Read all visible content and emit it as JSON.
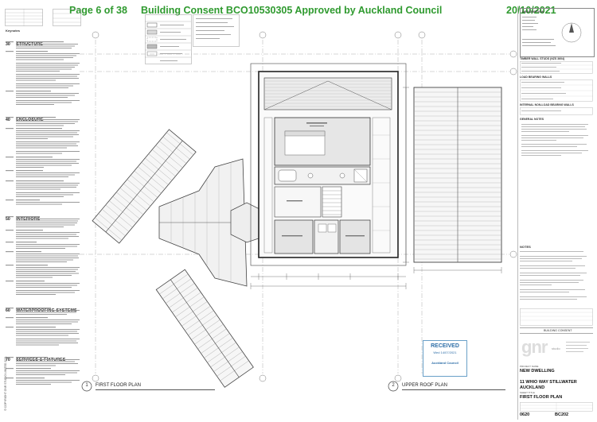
{
  "header": {
    "page_label": "Page 6 of 38",
    "consent_text": "Building Consent BCO10530305 Approved by Auckland Council",
    "date": "20/10/2021"
  },
  "keynotes": {
    "title": "Keynotes",
    "sections": [
      {
        "num": "30",
        "name": "STRUCTURE"
      },
      {
        "num": "40",
        "name": "ENCLOSURE"
      },
      {
        "num": "50",
        "name": "INTERIORS"
      },
      {
        "num": "60",
        "name": "WATERPROOFING SYSTEMS"
      },
      {
        "num": "70",
        "name": "SERVICES & FIXTURES"
      }
    ]
  },
  "plans": {
    "first_floor": {
      "label": "FIRST FLOOR PLAN",
      "number": "1"
    },
    "upper_roof": {
      "label": "UPPER ROOF PLAN",
      "number": "2"
    }
  },
  "stamp": {
    "title": "RECEIVED",
    "date": "Wed 14/07/2021",
    "org": "Auckland Council"
  },
  "title_block": {
    "notes_title": "NOTES",
    "issued_for": "BUILDING CONSENT",
    "project_name_label": "PROJECT NAME",
    "project_name": "NEW DWELLING",
    "address_line1": "11 WHIO WAY STILLWATER",
    "address_line2": "AUCKLAND",
    "sheet_title_label": "SHEET TITLE",
    "sheet_title": "FIRST FLOOR PLAN",
    "job_number": "0620",
    "sheet_number": "BC202",
    "logo_text": "gnr",
    "logo_sub": "studio"
  },
  "legend_right": {
    "description_title": "DESCRIPTION",
    "timber_wall_title": "TIMBER WALL STUDS (NZS 3604)",
    "load_bearing_title": "LOAD BEARING WALLS",
    "internal_walls_title": "INTERNAL NON-LOAD BEARING WALLS",
    "general_notes_title": "GENERAL NOTES"
  },
  "side_text": "© COPYRIGHT GNR STUDIO LIMITED 2021"
}
